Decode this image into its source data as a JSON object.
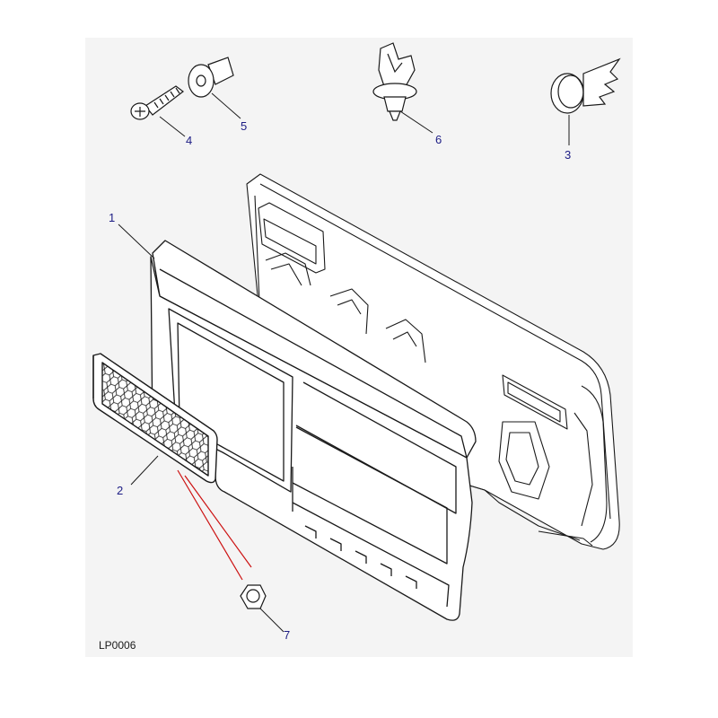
{
  "figure": {
    "reference_code": "LP0006",
    "colors": {
      "background": "#ffffff",
      "line_art": "#1a1a1a",
      "backdrop": "#f4f4f4",
      "callout_number": "#1c1c84",
      "leader_line": "#1a1a1a",
      "fastener_leader": "#cc1111"
    }
  },
  "callouts": [
    {
      "id": "1",
      "label": "1"
    },
    {
      "id": "2",
      "label": "2"
    },
    {
      "id": "3",
      "label": "3"
    },
    {
      "id": "4",
      "label": "4"
    },
    {
      "id": "5",
      "label": "5"
    },
    {
      "id": "6",
      "label": "6"
    },
    {
      "id": "7",
      "label": "7"
    }
  ]
}
